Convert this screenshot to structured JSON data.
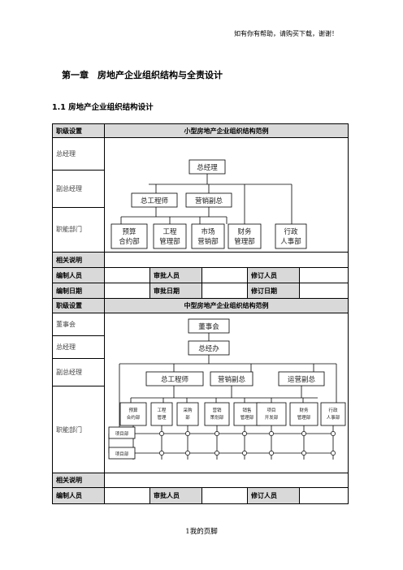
{
  "header_note": "如有你有帮助，请购买下载，谢谢！",
  "chapter_title": "第一章　房地产企业组织结构与全责设计",
  "section_title": "1.1 房地产企业组织结构设计",
  "small": {
    "header_left": "职级设置",
    "header_title": "小型房地产企业组织结构范例",
    "rows": [
      "总经理",
      "副总经理",
      "职能部门"
    ],
    "boxes": {
      "gm": "总经理",
      "chief_eng": "总工程师",
      "sales_vp": "营销副总",
      "d1a": "预算",
      "d1b": "合约部",
      "d2a": "工程",
      "d2b": "管理部",
      "d3a": "市场",
      "d3b": "营销部",
      "d4a": "财务",
      "d4b": "管理部",
      "d5a": "行政",
      "d5b": "人事部"
    },
    "related": "相关说明",
    "compiler": "编制人员",
    "reviewer": "审批人员",
    "reviser": "修订人员",
    "compile_date": "编制日期",
    "review_date": "审批日期",
    "revise_date": "修订日期"
  },
  "medium": {
    "header_left": "职级设置",
    "header_title": "中型房地产企业组织结构范例",
    "rows": [
      "董事会",
      "总经理",
      "副总经理",
      "职能部门"
    ],
    "boxes": {
      "board": "董事会",
      "gm_office": "总经办",
      "chief_eng": "总工程师",
      "sales_vp": "营销副总",
      "ops_vp": "运营副总",
      "d1a": "预算",
      "d1b": "合约部",
      "d2a": "工程",
      "d2b": "管理",
      "d3a": "采购",
      "d3b": "部",
      "d4a": "营销",
      "d4b": "策划部",
      "d5a": "销售",
      "d5b": "管理部",
      "d6a": "项目",
      "d6b": "开发部",
      "d7a": "财务",
      "d7b": "管理部",
      "d8a": "行政",
      "d8b": "人事部",
      "proj1": "项目部",
      "proj2": "项目部"
    },
    "related": "相关说明",
    "compiler": "编制人员",
    "reviewer": "审批人员",
    "reviser": "修订人员"
  },
  "footer": "1我的页脚"
}
